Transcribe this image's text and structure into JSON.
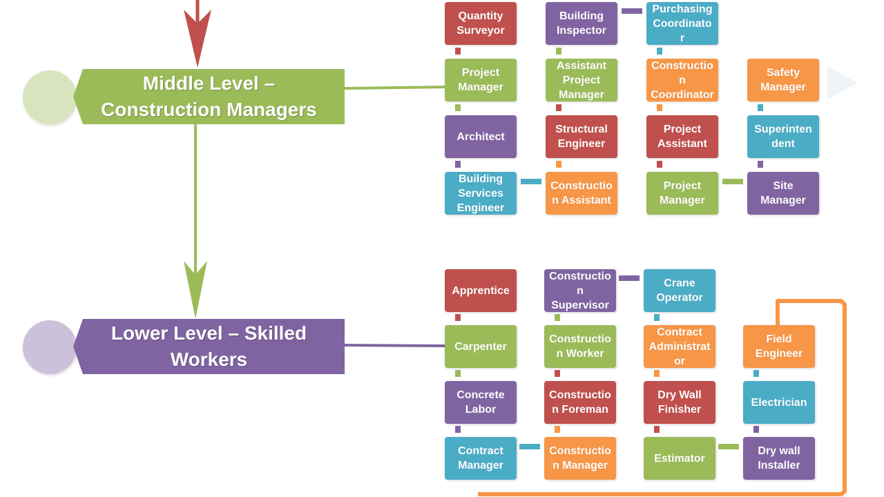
{
  "colors": {
    "red": "#c0504d",
    "green": "#9bbb59",
    "purple": "#8064a2",
    "blue": "#4bacc6",
    "orange": "#f79646",
    "middle_circle": "#d7e4bd",
    "lower_circle": "#ccc1da",
    "top_arrow": "#c0504d",
    "down_arrow": "#9bbb59",
    "outline_path": "#f79646"
  },
  "levels": {
    "middle": {
      "line1": "Middle Level –",
      "line2": "Construction Managers"
    },
    "lower": {
      "line1": "Lower Level – Skilled",
      "line2": "Workers"
    }
  },
  "middle_grid": {
    "col1": [
      "Quantity\nSurveyor",
      "Project\nManager",
      "Architect",
      "Building\nServices\nEngineer"
    ],
    "col2": [
      "Building\nInspector",
      "Assistant\nProject\nManager",
      "Structural\nEngineer",
      "Constructio\nn Assistant"
    ],
    "col3": [
      "Purchasing\nCoordinato\nr",
      "Constructio\nn\nCoordinator",
      "Project\nAssistant",
      "Project\nManager"
    ],
    "col4": [
      "Safety\nManager",
      "Superinten\ndent",
      "Site\nManager"
    ]
  },
  "lower_grid": {
    "col1": [
      "Apprentice",
      "Carpenter",
      "Concrete\nLabor",
      "Contract\nManager"
    ],
    "col2": [
      "Constructio\nn\nSupervisor",
      "Constructio\nn Worker",
      "Constructio\nn Foreman",
      "Constructio\nn Manager"
    ],
    "col3": [
      "Crane\nOperator",
      "Contract\nAdministrat\nor",
      "Dry Wall\nFinisher",
      "Estimator"
    ],
    "col4": [
      "Field\nEngineer",
      "Electrician",
      "Dry wall\nInstaller"
    ]
  }
}
